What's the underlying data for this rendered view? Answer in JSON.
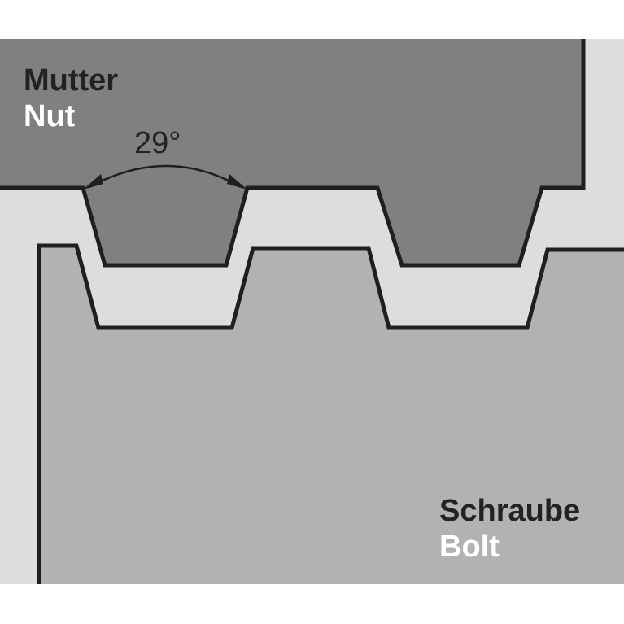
{
  "nut": {
    "label_de": "Mutter",
    "label_en": "Nut"
  },
  "bolt": {
    "label_de": "Schraube",
    "label_en": "Bolt"
  },
  "angle": {
    "text": "29°"
  },
  "colors": {
    "background_light": "#dcdddf",
    "nut_fill": "#7f8082",
    "bolt_fill": "#b0b2b4",
    "outline": "#1f1f1f",
    "label_dark": "#222222",
    "label_light": "#ffffff",
    "page": "#ffffff"
  }
}
